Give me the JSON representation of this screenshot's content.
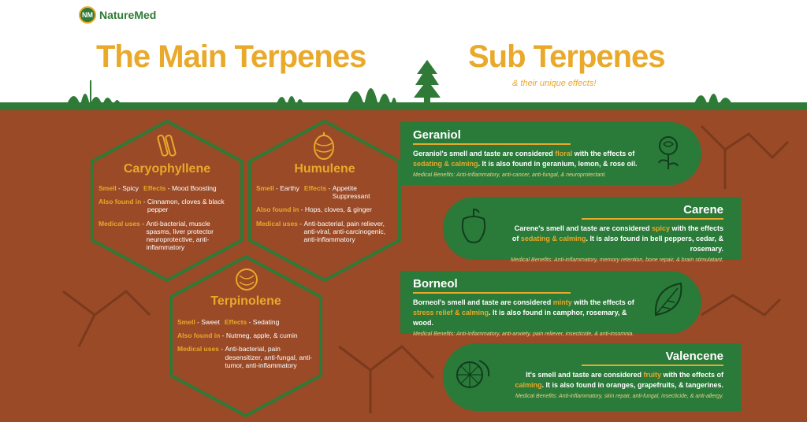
{
  "brand": {
    "name": "NatureMed",
    "badge": "NM"
  },
  "headings": {
    "main": "The Main Terpenes",
    "sub": "Sub Terpenes",
    "sub_caption": "& their unique effects!"
  },
  "colors": {
    "gold": "#e9a92a",
    "green": "#2a7a3a",
    "soil": "#9a4a26"
  },
  "main_terpenes": [
    {
      "name": "Caryophyllene",
      "icon": "cinnamon-icon",
      "smell_label": "Smell",
      "smell": "Spicy",
      "effects_label": "Effects",
      "effects": "Mood Boosting",
      "found_label": "Also found in",
      "found": "Cinnamon, cloves & black pepper",
      "medical_label": "Medical uses",
      "medical": "Anti-bacterial, muscle spasms, liver protector neuroprotective, anti-inflammatory"
    },
    {
      "name": "Humulene",
      "icon": "hops-icon",
      "smell_label": "Smell",
      "smell": "Earthy",
      "effects_label": "Effects",
      "effects": "Appetite Suppressant",
      "found_label": "Also found in",
      "found": "Hops, cloves, & ginger",
      "medical_label": "Medical uses",
      "medical": "Anti-bacterial, pain reliever, anti-viral, anti-carcinogenic, anti-inflammatory"
    },
    {
      "name": "Terpinolene",
      "icon": "nutmeg-icon",
      "smell_label": "Smell",
      "smell": "Sweet",
      "effects_label": "Effects",
      "effects": "Sedating",
      "found_label": "Also found in",
      "found": "Nutmeg, apple, & cumin",
      "medical_label": "Medical uses",
      "medical": "Anti-bacterial, pain desensitizer, anti-fungal, anti-tumor, anti-inflammatory"
    }
  ],
  "sub_terpenes": [
    {
      "name": "Geraniol",
      "icon": "rose-icon",
      "text_a": "Geraniol's smell and taste are considered ",
      "hl_a": "floral",
      "text_b": " with the effects of ",
      "hl_b": "sedating & calming",
      "text_c": ". It is also found in geranium, lemon, & rose oil.",
      "medical": "Medical Benefits: Anti-inflammatory, anti-cancer, anti-fungal, & neuroprotectant."
    },
    {
      "name": "Carene",
      "icon": "bell-pepper-icon",
      "text_a": "Carene's smell and taste are considered ",
      "hl_a": "spicy",
      "text_b": " with the effects of ",
      "hl_b": "sedating & calming",
      "text_c": ". It is also found in bell peppers, cedar, & rosemary.",
      "medical": "Medical Benefits: Anti-inflammatory, memory retention, bone repair, & brain stimulatant."
    },
    {
      "name": "Borneol",
      "icon": "leaf-icon",
      "text_a": "Borneol's smell and taste are considered ",
      "hl_a": "minty",
      "text_b": " with the effects of ",
      "hl_b": "stress relief & calming",
      "text_c": ". It is also found in camphor, rosemary, & wood.",
      "medical": "Medical Benefits: Anti-inflammatory, anti-anxiety, pain reliever, insecticide, & anti-insomnia."
    },
    {
      "name": "Valencene",
      "icon": "orange-slice-icon",
      "text_a": "It's smell and taste are considered ",
      "hl_a": "fruity",
      "text_b": " with the effects of ",
      "hl_b": "calming",
      "text_c": ". It is also found in oranges, grapefruits, & tangerines.",
      "medical": "Medical Benefits: Anti-inflammatory, skin repair, anti-fungal, insecticide, & anti-allergy."
    }
  ]
}
